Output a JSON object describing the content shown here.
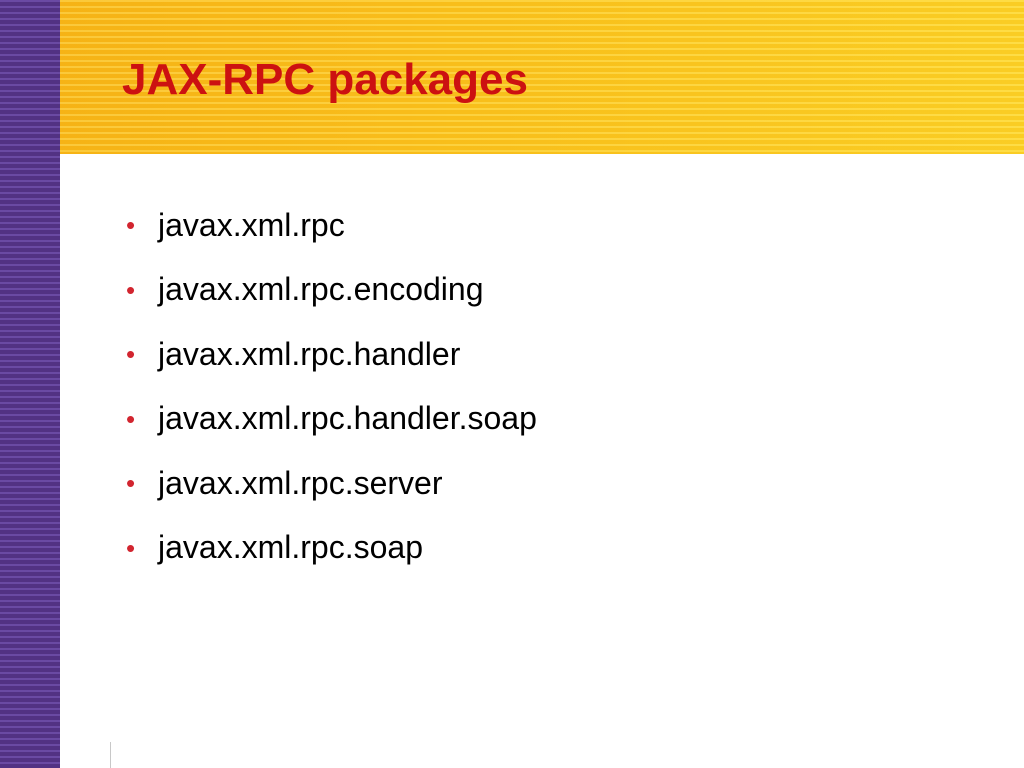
{
  "slide": {
    "title": "JAX-RPC packages",
    "bullet_glyph": "•",
    "bullets": [
      "javax.xml.rpc",
      "javax.xml.rpc.encoding",
      "javax.xml.rpc.handler",
      "javax.xml.rpc.handler.soap",
      "javax.xml.rpc.server",
      "javax.xml.rpc.soap"
    ]
  },
  "colors": {
    "title": "#cc1111",
    "bullet_marker": "#d2252f",
    "header_band": "#fbc21c",
    "left_band": "#5b3a93",
    "body_text": "#000000"
  }
}
